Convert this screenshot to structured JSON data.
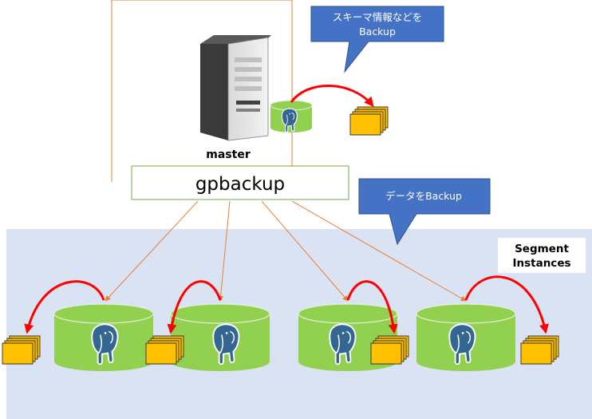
{
  "master": {
    "label": "master",
    "tool_label": "gpbackup"
  },
  "callouts": {
    "schema": {
      "line1": "スキーマ情報などを",
      "line2": "Backup"
    },
    "data": {
      "text": "データをBackup"
    }
  },
  "segment_area": {
    "title_line1": "Segment",
    "title_line2": "Instances",
    "segments": [
      {
        "id": "segment-1"
      },
      {
        "id": "segment-2"
      },
      {
        "id": "segment-3"
      },
      {
        "id": "segment-4"
      }
    ]
  },
  "colors": {
    "callout_fill": "#4472c4",
    "segment_bg": "#dae3f3",
    "cylinder_green": "#92d050",
    "file_yellow": "#ffc000",
    "orange_line": "#ed7d31",
    "red_arrow": "#ff0000",
    "elephant_blue": "#336791"
  },
  "icons": {
    "server": "server-icon",
    "database": "postgresql-elephant-icon",
    "files": "file-stack-icon"
  }
}
